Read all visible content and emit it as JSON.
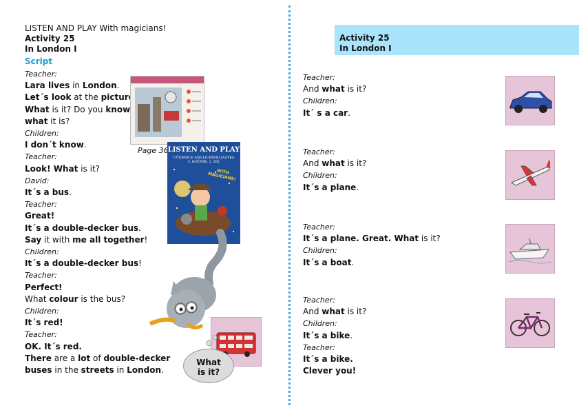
{
  "left": {
    "heading": "LISTEN AND PLAY With magicians!",
    "activity": "Activity 25",
    "lesson": "In London I",
    "script_label": "Script",
    "page_ref": "Page 36",
    "lines": [
      {
        "role": "Teacher:"
      },
      {
        "html": "<b>Lara lives</b> in <b>London</b>."
      },
      {
        "html": "<b>Let´s look</b> at the <b>pictures</b>."
      },
      {
        "html": "<b>What</b> is it? Do you <b>know</b>"
      },
      {
        "html": "<b>what</b> it is?"
      },
      {
        "role": "Children:"
      },
      {
        "html": "<b>I don´t know</b>."
      },
      {
        "role": "Teacher:"
      },
      {
        "html": "<b>Look! What</b> is it?"
      },
      {
        "role": "David:"
      },
      {
        "html": "<b>It´s a bus</b>."
      },
      {
        "role": "Teacher:"
      },
      {
        "html": "<b>Great!</b>"
      },
      {
        "html": "<b>It´s a double-decker bus</b>."
      },
      {
        "html": "<b>Say</b> it with <b>me all together</b>!"
      },
      {
        "role": "Children:"
      },
      {
        "html": "<b>It´s a double-decker bus</b>!"
      },
      {
        "role": "Teacher:"
      },
      {
        "html": "<b>Perfect!</b>"
      },
      {
        "html": "What <b>colour</b> is the bus?"
      },
      {
        "role": "Children:"
      },
      {
        "html": "<b>It´s red!</b>"
      },
      {
        "role": "Teacher:"
      },
      {
        "html": "<b>OK. It´s red.</b>"
      },
      {
        "html": "<b>There</b> are a <b>lot</b> of <b>double-decker</b>"
      },
      {
        "html": "<b>buses</b> in the <b>streets</b> in <b>London</b>."
      }
    ],
    "bubble_line1": "What",
    "bubble_line2": "is it?",
    "book": {
      "title": "LISTEN AND PLAY",
      "subtitle": "UČEBNICE ANGLICKÉHO JAZYKA",
      "grade": "3. ROČNÍK, 2. DÍL",
      "badge": "WITH MAGICIANS!"
    }
  },
  "right": {
    "activity": "Activity 25",
    "lesson": "In London I",
    "blocks": [
      {
        "lines": [
          {
            "role": "Teacher:"
          },
          {
            "html": "And <b>what</b> is it?"
          },
          {
            "role": "Children:"
          },
          {
            "html": "<b>It´ s a car</b>."
          }
        ]
      },
      {
        "lines": [
          {
            "role": "Teacher:"
          },
          {
            "html": "And <b>what</b> is it?"
          },
          {
            "role": "Children:"
          },
          {
            "html": "<b>It´s a plane</b>."
          }
        ]
      },
      {
        "lines": [
          {
            "role": "Teacher:"
          },
          {
            "html": "<b>It´s a plane. Great. What</b> is it?"
          },
          {
            "role": "Children:"
          },
          {
            "html": "<b>It´s a boat</b>."
          }
        ]
      },
      {
        "lines": [
          {
            "role": "Teacher:"
          },
          {
            "html": "And <b>what</b> is it?"
          },
          {
            "role": "Children:"
          },
          {
            "html": "<b>It´s a bike</b>."
          },
          {
            "role": "Teacher:"
          },
          {
            "html": "<b>It´s a bike.</b>"
          },
          {
            "html": "<b>Clever you!</b>"
          }
        ]
      }
    ]
  },
  "colors": {
    "divider": "#3aa7e0",
    "band": "#a9e4fb",
    "thumb": "#e7c5d9",
    "script": "#1a9ad6"
  }
}
